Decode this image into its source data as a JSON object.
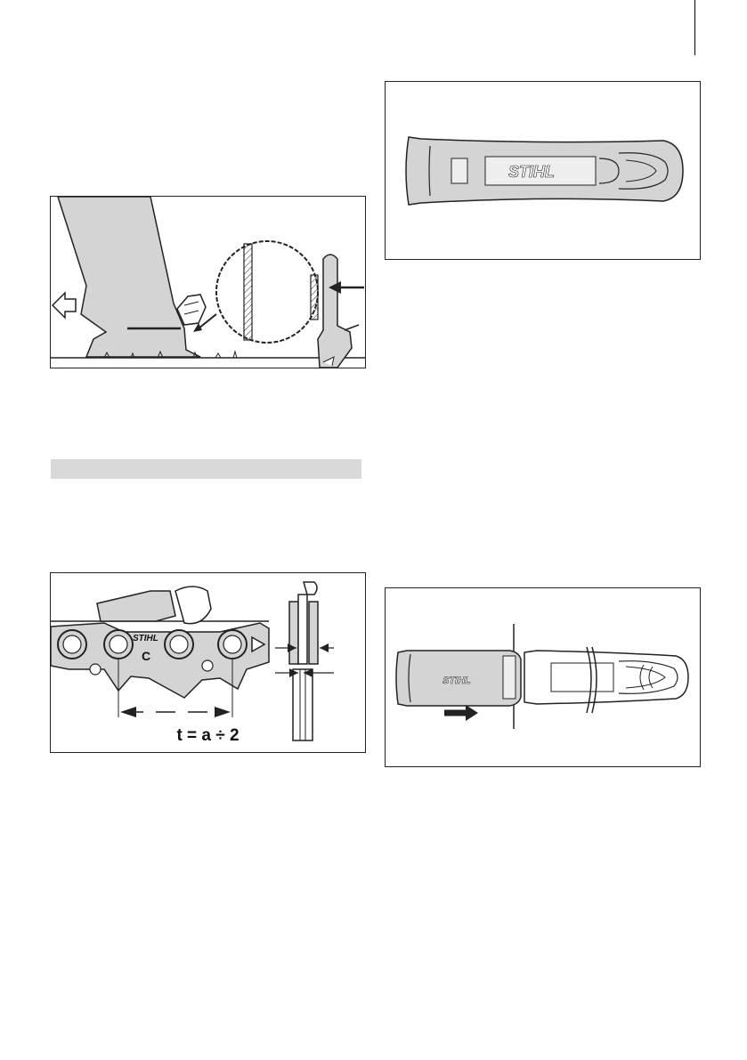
{
  "figures": {
    "felling": {},
    "chain": {
      "formula": "t = a ÷ 2",
      "logo": "STIHL",
      "link_letter": "C"
    },
    "scabbard": {
      "logo": "STIHL"
    },
    "scabbard_fit": {
      "logo": "STIHL"
    }
  },
  "colors": {
    "gray_bar": "#d9d9d9",
    "fill_gray": "#d4d4d4",
    "line": "#222222"
  }
}
